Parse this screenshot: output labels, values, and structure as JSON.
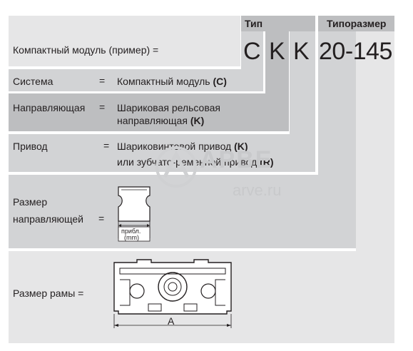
{
  "header": {
    "type_label": "Тип",
    "size_label": "Типоразмер"
  },
  "example": {
    "label": "Компактный модуль (пример) =",
    "code_c": "C",
    "code_k1": "K",
    "code_k2": "K",
    "size_code": "20-145"
  },
  "rows": {
    "system": {
      "label": "Система",
      "eq": "=",
      "value": "Компактный модуль",
      "mark": "(C)"
    },
    "guide": {
      "label": "Направляющая",
      "eq": "=",
      "value_line1": "Шариковая рельсовая",
      "value_line2": "направляющая",
      "mark": "(K)"
    },
    "drive": {
      "label": "Привод",
      "eq": "=",
      "value_line1": "Шариковинтовой привод",
      "mark1": "(K)",
      "value_line2": "или зубчато-ременной привод",
      "mark2": "(R)"
    },
    "guide_size": {
      "label_line1": "Размер",
      "label_line2": "направляющей",
      "eq": "=",
      "dim_line1": "прибл.",
      "dim_line2": "(mm)"
    },
    "frame_size": {
      "label": "Размер рамы =",
      "dim_label": "A"
    }
  },
  "watermark": {
    "brand": "АРВЕ",
    "site": "arve.ru"
  },
  "colors": {
    "light_panel": "#e6e6e7",
    "mid_panel": "#d2d3d5",
    "dark_panel": "#bdbec0",
    "text": "#231f20"
  }
}
